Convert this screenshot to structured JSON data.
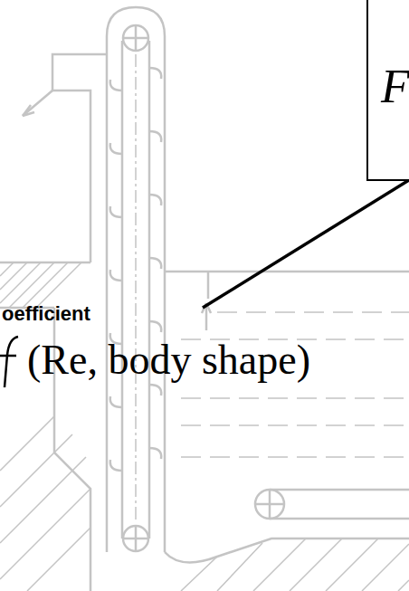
{
  "diagram": {
    "nodes": [
      {
        "text": [
          "F"
        ]
      }
    ],
    "labels": [
      "oefficient",
      "(Re, body shape)"
    ]
  }
}
